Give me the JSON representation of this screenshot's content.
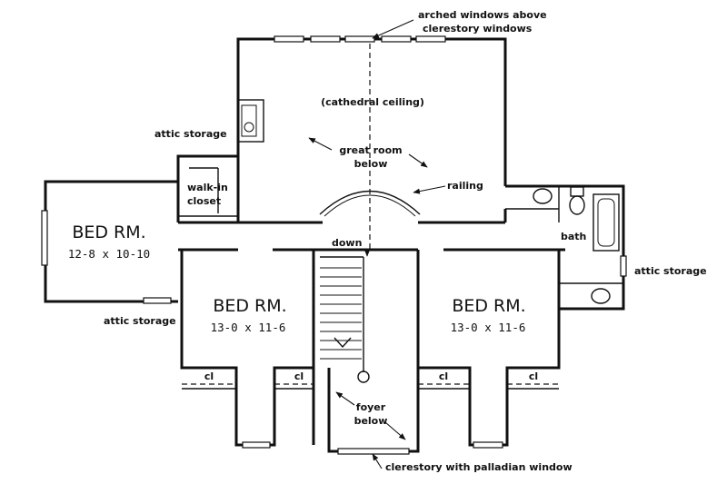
{
  "annotations": {
    "arched_windows_line1": "arched windows above",
    "arched_windows_line2": "clerestory windows",
    "cathedral_ceiling": "(cathedral ceiling)",
    "attic_storage_top": "attic storage",
    "great_room_line1": "great room",
    "great_room_line2": "below",
    "walk_in_line1": "walk-in",
    "walk_in_line2": "closet",
    "railing": "railing",
    "down": "down",
    "bath": "bath",
    "attic_storage_right": "attic storage",
    "attic_storage_left": "attic storage",
    "foyer_line1": "foyer",
    "foyer_line2": "below",
    "clerestory_palladian": "clerestory with palladian window"
  },
  "rooms": {
    "bed_left": {
      "name": "BED RM.",
      "dims": "12-8 x 10-10"
    },
    "bed_center": {
      "name": "BED RM.",
      "dims": "13-0 x 11-6"
    },
    "bed_right": {
      "name": "BED RM.",
      "dims": "13-0 x 11-6"
    }
  },
  "closets": {
    "cl1": "cl",
    "cl2": "cl",
    "cl3": "cl",
    "cl4": "cl"
  }
}
